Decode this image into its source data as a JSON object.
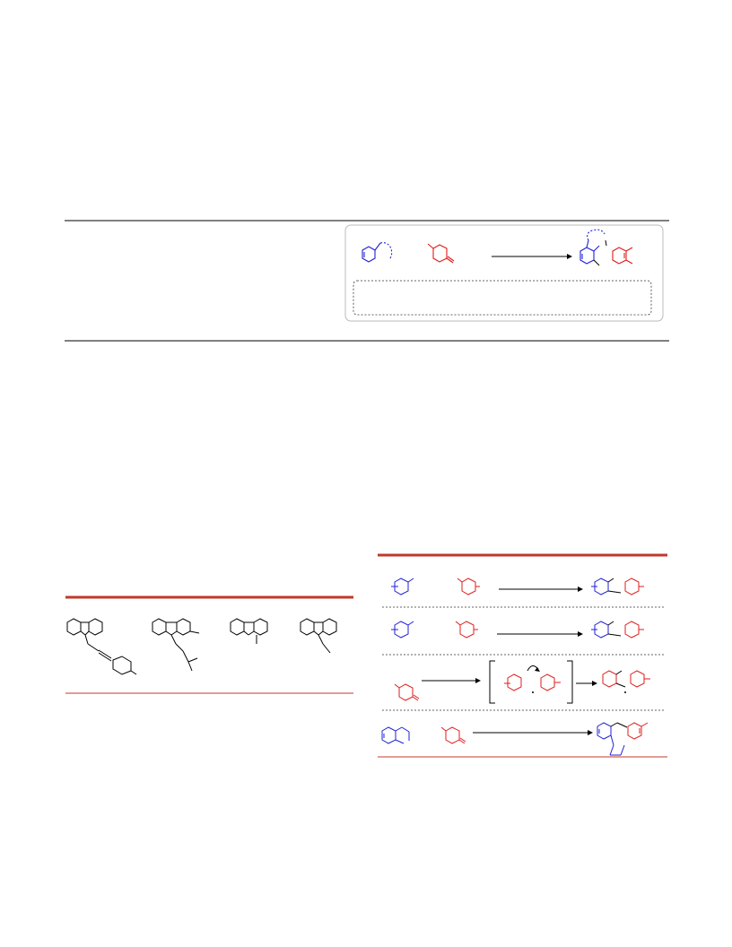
{
  "page": {
    "width_label": "",
    "note": ""
  },
  "abstract_scheme": {
    "colors": {
      "amine_partner": "#1f1fd6",
      "ketone_partner": "#e01b1b",
      "accent_rule": "#c0392b"
    },
    "result_box_text": ""
  },
  "figure_left": {
    "molecules": [
      "structure-1",
      "structure-2",
      "structure-3",
      "structure-4"
    ]
  },
  "scheme_right": {
    "rows": [
      "route-a",
      "route-b",
      "route-c",
      "route-d"
    ]
  }
}
